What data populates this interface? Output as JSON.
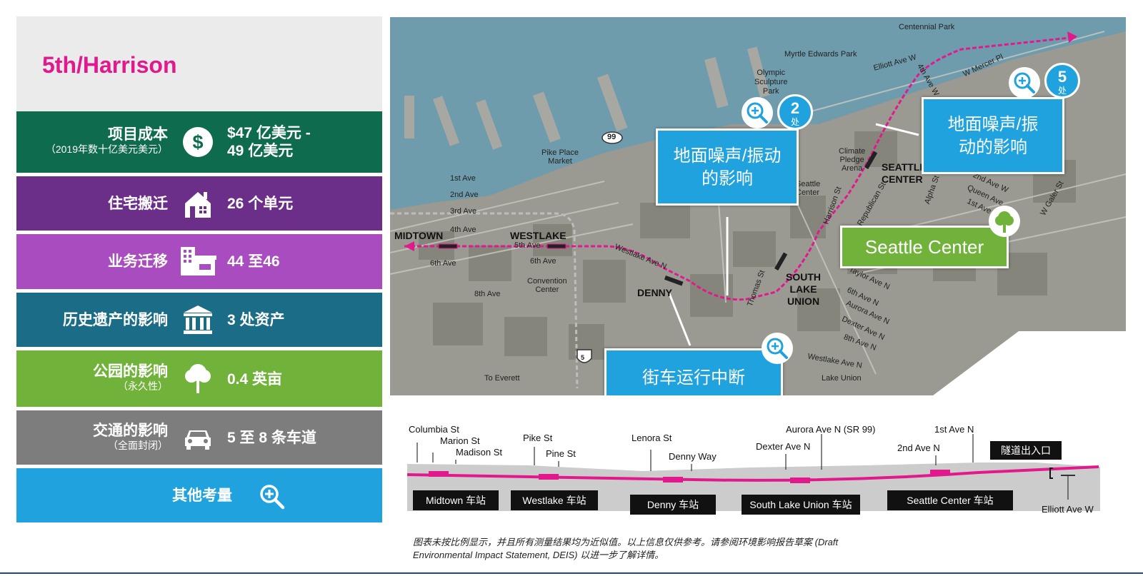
{
  "title": "5th/Harrison",
  "rows": [
    {
      "label": "项目成本",
      "sub": "（2019年数十亿美元美元）",
      "value": "$47 亿美元 -\n49 亿美元",
      "color": "#0e6b4e",
      "icon": "dollar-icon"
    },
    {
      "label": "住宅搬迁",
      "sub": "",
      "value": "26 个单元",
      "color": "#6b2f8a",
      "icon": "house-icon"
    },
    {
      "label": "业务迁移",
      "sub": "",
      "value": "44 至46",
      "color": "#a84cbf",
      "icon": "building-icon"
    },
    {
      "label": "历史遗产的影响",
      "sub": "",
      "value": "3 处资产",
      "color": "#1b6c86",
      "icon": "landmark-icon"
    },
    {
      "label": "公园的影响",
      "sub": "（永久性）",
      "value": "0.4 英亩",
      "color": "#71b33a",
      "icon": "tree-icon"
    },
    {
      "label": "交通的影响",
      "sub": "（全面封闭）",
      "value": "5 至 8 条车道",
      "color": "#7d7d7d",
      "icon": "car-icon"
    },
    {
      "label": "其他考量",
      "sub": "",
      "value": "",
      "color": "#1fa2de",
      "icon": "magnify-icon"
    }
  ],
  "map": {
    "callouts": {
      "noise_left": "地面噪声/振动\n的影响",
      "noise_right": "地面噪声/振\n动的影响",
      "park": "Seattle Center",
      "streetcar": "街车运行中断"
    },
    "badges": {
      "left": {
        "num": "2",
        "unit": "处"
      },
      "right": {
        "num": "5",
        "unit": "处"
      }
    },
    "stations": {
      "midtown": "MIDTOWN",
      "westlake": "WESTLAKE",
      "denny": "DENNY",
      "slu": "SOUTH\nLAKE\nUNION",
      "seattle_center": "SEATTLE\nCENTER"
    },
    "labels": {
      "centennial": "Centennial Park",
      "myrtle": "Myrtle Edwards Park",
      "olympic": "Olympic\nSculpture\nPark",
      "elliott_n": "Elliott Ave W",
      "fourth_w": "4th Ave W",
      "mercer": "W Mercer Pl",
      "sr99": "99",
      "pike_place": "Pike Place\nMarket",
      "first": "1st Ave",
      "second": "2nd Ave",
      "third": "3rd Ave",
      "fourth": "4th Ave",
      "fifth": "5th Ave",
      "sixth": "6th Ave",
      "sixth_w": "6th Ave",
      "eighth": "8th Ave",
      "convention": "Convention\nCenter",
      "westlake_ave": "Westlake Ave N",
      "climate": "Climate\nPledge\nArena",
      "seattle_center_lbl": "Seattle\nCenter",
      "harrison": "Harrison St",
      "republican": "Republican St",
      "thomas": "Thomas St",
      "to_everett": "To Everett",
      "i5": "5",
      "lake_union": "Lake Union",
      "taylor": "Taylor Ave N",
      "sixth_n": "6th Ave N",
      "aurora": "Aurora Ave N",
      "dexter": "Dexter Ave N",
      "eighth_n": "8th Ave N",
      "westlake_n": "Westlake Ave N",
      "queen_anne": "Queen Ave",
      "first_w": "1st Ave W",
      "second_w": "2nd Ave W",
      "galer": "W Galer St",
      "alpha": "Alpha St"
    }
  },
  "profile": {
    "streets": [
      {
        "name": "Columbia St"
      },
      {
        "name": "Marion St"
      },
      {
        "name": "Madison St"
      },
      {
        "name": "Pike St"
      },
      {
        "name": "Pine St"
      },
      {
        "name": "Lenora St"
      },
      {
        "name": "Denny Way"
      },
      {
        "name": "Dexter Ave N"
      },
      {
        "name": "Aurora Ave N (SR 99)"
      },
      {
        "name": "2nd Ave N"
      },
      {
        "name": "1st Ave N"
      },
      {
        "name": "Elliott Ave W"
      }
    ],
    "portal": "隧道出入口",
    "stations": [
      "Midtown 车站",
      "Westlake 车站",
      "Denny 车站",
      "South Lake Union 车站",
      "Seattle Center 车站"
    ]
  },
  "note": "图表未按比例显示，并且所有测量结果均为近似值。以上信息仅供参考。请参阅环境影响报告草案 (Draft Environmental Impact Statement, DEIS) 以进一步了解详情。",
  "colors": {
    "accent": "#e2198d",
    "blue": "#1fa2de",
    "green": "#71b33a"
  }
}
